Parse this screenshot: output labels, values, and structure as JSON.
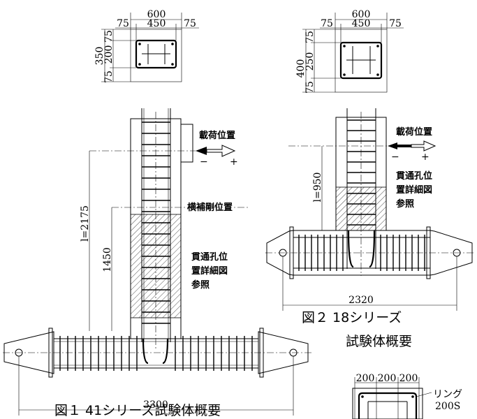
{
  "fig1": {
    "section": {
      "width_total": "600",
      "width_inner": "450",
      "cover_left": "75",
      "cover_right": "75",
      "depth_total": "350",
      "depth_inner": "200",
      "cover_top": "75",
      "cover_bottom": "75"
    },
    "load_position": "載荷位置",
    "lateral_brace_position": "横補剛位置",
    "hole_detail_line1": "貫通孔位",
    "hole_detail_line2": "置詳細図",
    "hole_detail_line3": "参照",
    "height_l": "l=2175",
    "height_brace": "1450",
    "base_length": "3300",
    "minus": "−",
    "plus": "+",
    "caption": "図１ 41シリーズ試験体概要"
  },
  "fig2": {
    "section": {
      "width_total": "600",
      "width_inner": "450",
      "cover_left": "75",
      "cover_right": "75",
      "depth_total": "400",
      "depth_inner": "250",
      "cover_top": "75",
      "cover_bottom": "75"
    },
    "load_position": "載荷位置",
    "hole_detail_line1": "貫通孔位",
    "hole_detail_line2": "置詳細図",
    "hole_detail_line3": "参照",
    "height_l": "l=950",
    "base_length": "2320",
    "minus": "−",
    "plus": "+",
    "caption_line1": "図２ 18シリーズ",
    "caption_line2": "試験体概要"
  },
  "fig3": {
    "dims": [
      "200",
      "200",
      "200"
    ],
    "ring_label": "リング",
    "ring_spacing": "200S"
  }
}
